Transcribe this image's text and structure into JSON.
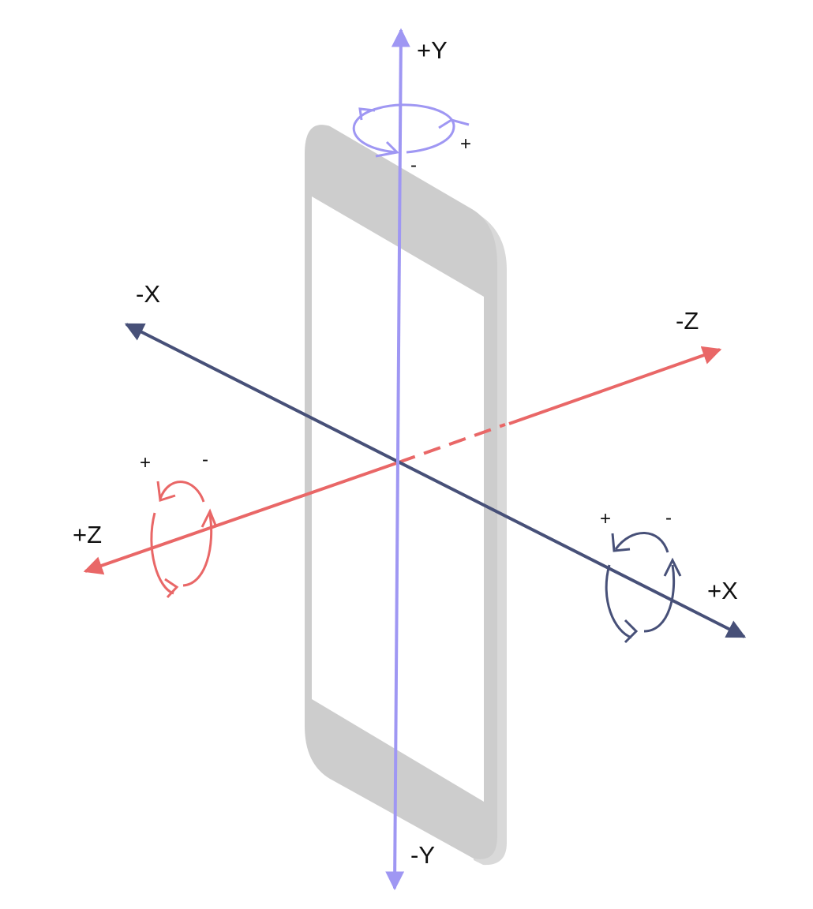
{
  "colors": {
    "background": "#ffffff",
    "phone_body": "#cdcdcd",
    "phone_side": "#d9d9d9",
    "phone_screen": "#ffffff",
    "x_axis": "#475078",
    "y_axis": "#9f97f3",
    "z_axis": "#e96767"
  },
  "icons": {
    "device": "phone-icon",
    "rotation": "curved-arrow-icon"
  },
  "axes": {
    "x": {
      "positive_label": "+X",
      "negative_label": "-X",
      "rotation_positive": "+",
      "rotation_negative": "-"
    },
    "y": {
      "positive_label": "+Y",
      "negative_label": "-Y",
      "rotation_positive": "+",
      "rotation_negative": "-"
    },
    "z": {
      "positive_label": "+Z",
      "negative_label": "-Z",
      "rotation_positive": "+",
      "rotation_negative": "-"
    }
  }
}
